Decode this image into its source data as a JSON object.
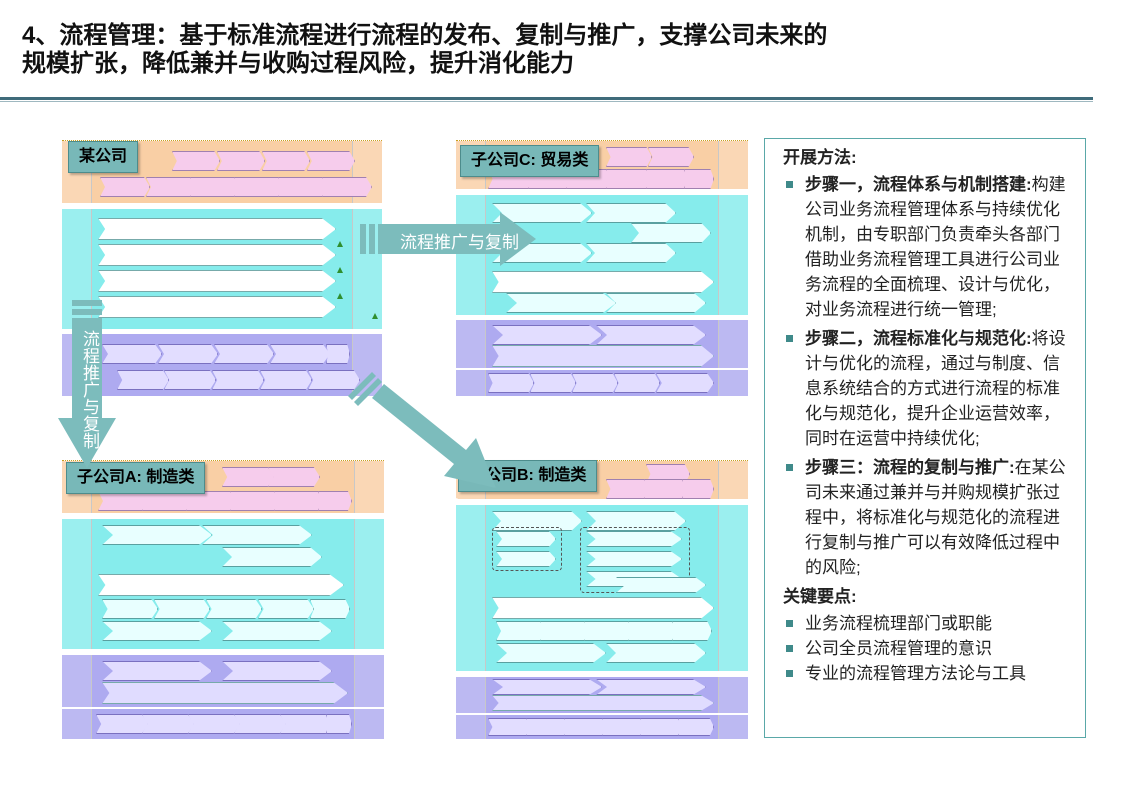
{
  "title": "4、流程管理：基于标准流程进行流程的发布、复制与推广，支撑公司未来的规模扩张，降低兼并与收购过程风险，提升消化能力",
  "companies": {
    "parent": "某公司",
    "sub_c": "子公司C: 贸易类",
    "sub_a": "子公司A: 制造类",
    "sub_b": "子公司B: 制造类"
  },
  "arrows": {
    "to_c": "流程推广与复制",
    "to_a": "流程推广与复制",
    "to_b": "流程推广与复制"
  },
  "methods": {
    "heading": "开展方法:",
    "steps": [
      {
        "title": "步骤一，流程体系与机制搭建:",
        "text": "构建公司业务流程管理体系与持续优化机制，由专职部门负责牵头各部门借助业务流程管理工具进行公司业务流程的全面梳理、设计与优化，对业务流程进行统一管理;"
      },
      {
        "title": "步骤二，流程标准化与规范化:",
        "text": "将设计与优化的流程，通过与制度、信息系统结合的方式进行流程的标准化与规范化，提升企业运营效率，同时在运营中持续优化;"
      },
      {
        "title": "步骤三：流程的复制与推广:",
        "text": "在某公司未来通过兼并与并购规模扩张过程中，将标准化与规范化的流程进行复制与推广可以有效降低过程中的风险;"
      }
    ],
    "key_heading": "关键要点:",
    "key_points": [
      "业务流程梳理部门或职能",
      "公司全员流程管理的意识",
      "专业的流程管理方法论与工具"
    ]
  },
  "colors": {
    "strategy_band": "#f9cfa5",
    "core_band": "#86ecec",
    "support_band": "#aeaaf0",
    "label_fill": "#78b8b8",
    "arrow_fill": "#7cbcbc"
  }
}
